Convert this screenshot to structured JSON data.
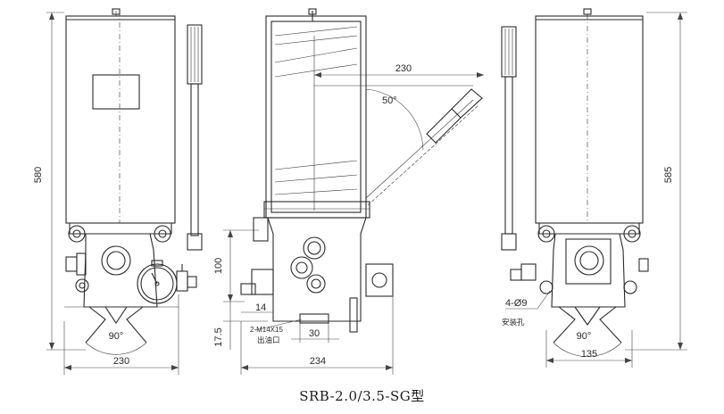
{
  "title": "SRB-2.0/3.5-SG型",
  "dimensions": {
    "left_height": "580",
    "left_width": "230",
    "left_angle": "90°",
    "mid_arm_length": "230",
    "mid_arm_angle": "50°",
    "mid_height": "100",
    "mid_width": "234",
    "mid_offset": "14",
    "mid_bottom": "17.5",
    "mid_port_spacing": "30",
    "mid_port_thread": "2-M14X15",
    "mid_port_label": "出油口",
    "right_height": "585",
    "right_width": "135",
    "right_angle": "90°",
    "right_holes": "4-Ø9",
    "right_holes_label": "安装孔"
  }
}
